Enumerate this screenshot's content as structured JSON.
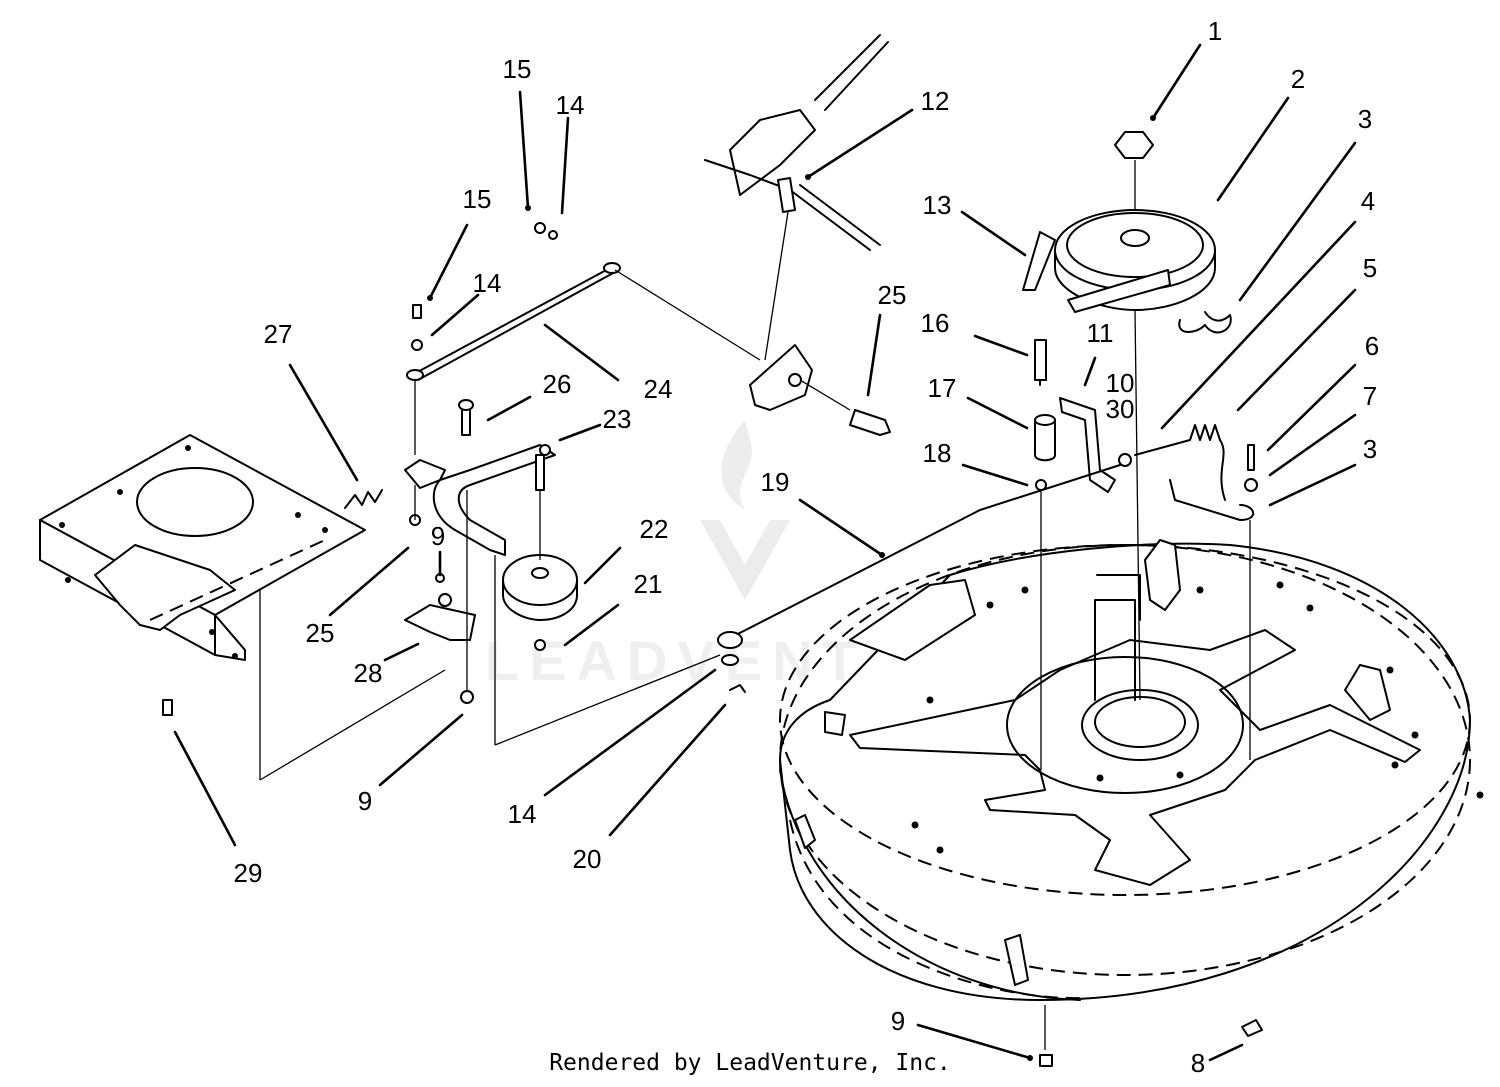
{
  "diagram": {
    "callouts": [
      {
        "id": "c1",
        "label": "1"
      },
      {
        "id": "c2",
        "label": "2"
      },
      {
        "id": "c3a",
        "label": "3"
      },
      {
        "id": "c3b",
        "label": "3"
      },
      {
        "id": "c4",
        "label": "4"
      },
      {
        "id": "c5",
        "label": "5"
      },
      {
        "id": "c6",
        "label": "6"
      },
      {
        "id": "c7",
        "label": "7"
      },
      {
        "id": "c8",
        "label": "8"
      },
      {
        "id": "c9a",
        "label": "9"
      },
      {
        "id": "c9b",
        "label": "9"
      },
      {
        "id": "c9c",
        "label": "9"
      },
      {
        "id": "c10",
        "label": "10"
      },
      {
        "id": "c11",
        "label": "11"
      },
      {
        "id": "c12",
        "label": "12"
      },
      {
        "id": "c13",
        "label": "13"
      },
      {
        "id": "c14a",
        "label": "14"
      },
      {
        "id": "c14b",
        "label": "14"
      },
      {
        "id": "c14c",
        "label": "14"
      },
      {
        "id": "c15a",
        "label": "15"
      },
      {
        "id": "c15b",
        "label": "15"
      },
      {
        "id": "c16",
        "label": "16"
      },
      {
        "id": "c17",
        "label": "17"
      },
      {
        "id": "c18",
        "label": "18"
      },
      {
        "id": "c19",
        "label": "19"
      },
      {
        "id": "c20",
        "label": "20"
      },
      {
        "id": "c21",
        "label": "21"
      },
      {
        "id": "c22",
        "label": "22"
      },
      {
        "id": "c23",
        "label": "23"
      },
      {
        "id": "c24",
        "label": "24"
      },
      {
        "id": "c25a",
        "label": "25"
      },
      {
        "id": "c25b",
        "label": "25"
      },
      {
        "id": "c26",
        "label": "26"
      },
      {
        "id": "c27",
        "label": "27"
      },
      {
        "id": "c28",
        "label": "28"
      },
      {
        "id": "c29",
        "label": "29"
      },
      {
        "id": "c30",
        "label": "30"
      }
    ]
  },
  "watermark": {
    "text": "LEADVENTURE"
  },
  "footer": {
    "credit": "Rendered by LeadVenture, Inc."
  }
}
